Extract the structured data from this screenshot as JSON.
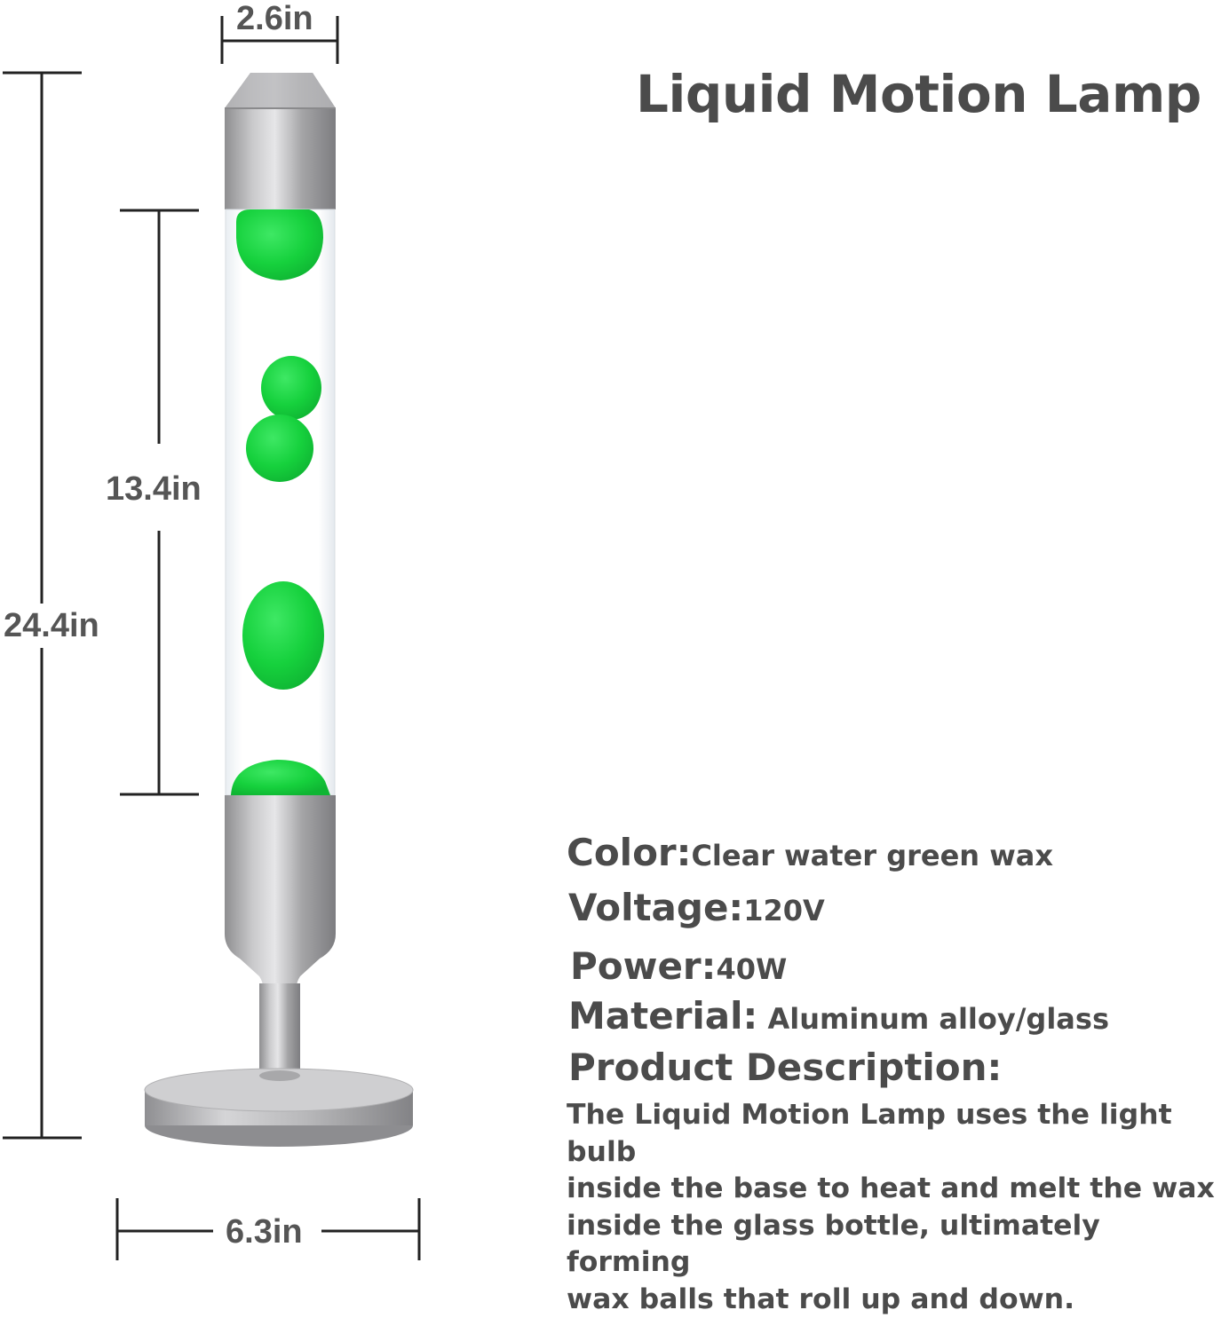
{
  "title": "Liquid Motion Lamp",
  "dimensions": {
    "width_top": "2.6in",
    "height_total": "24.4in",
    "height_bottle": "13.4in",
    "base_width": "6.3in"
  },
  "specs": [
    {
      "label": "Color:",
      "value": "Clear water green wax"
    },
    {
      "label": "Voltage:",
      "value": "120V"
    },
    {
      "label": "Power:",
      "value": "40W"
    },
    {
      "label": "Material:",
      "value": " Aluminum alloy/glass"
    }
  ],
  "description": {
    "heading": "Product Description:",
    "lines": [
      "The Liquid Motion Lamp uses the light bulb",
      "inside the base to heat and melt the wax",
      "inside the glass bottle, ultimately forming",
      "wax balls that roll up and down."
    ]
  },
  "colors": {
    "wax": "#16d13d",
    "metal": "#a9a9ab",
    "text": "#4b4b4b"
  }
}
